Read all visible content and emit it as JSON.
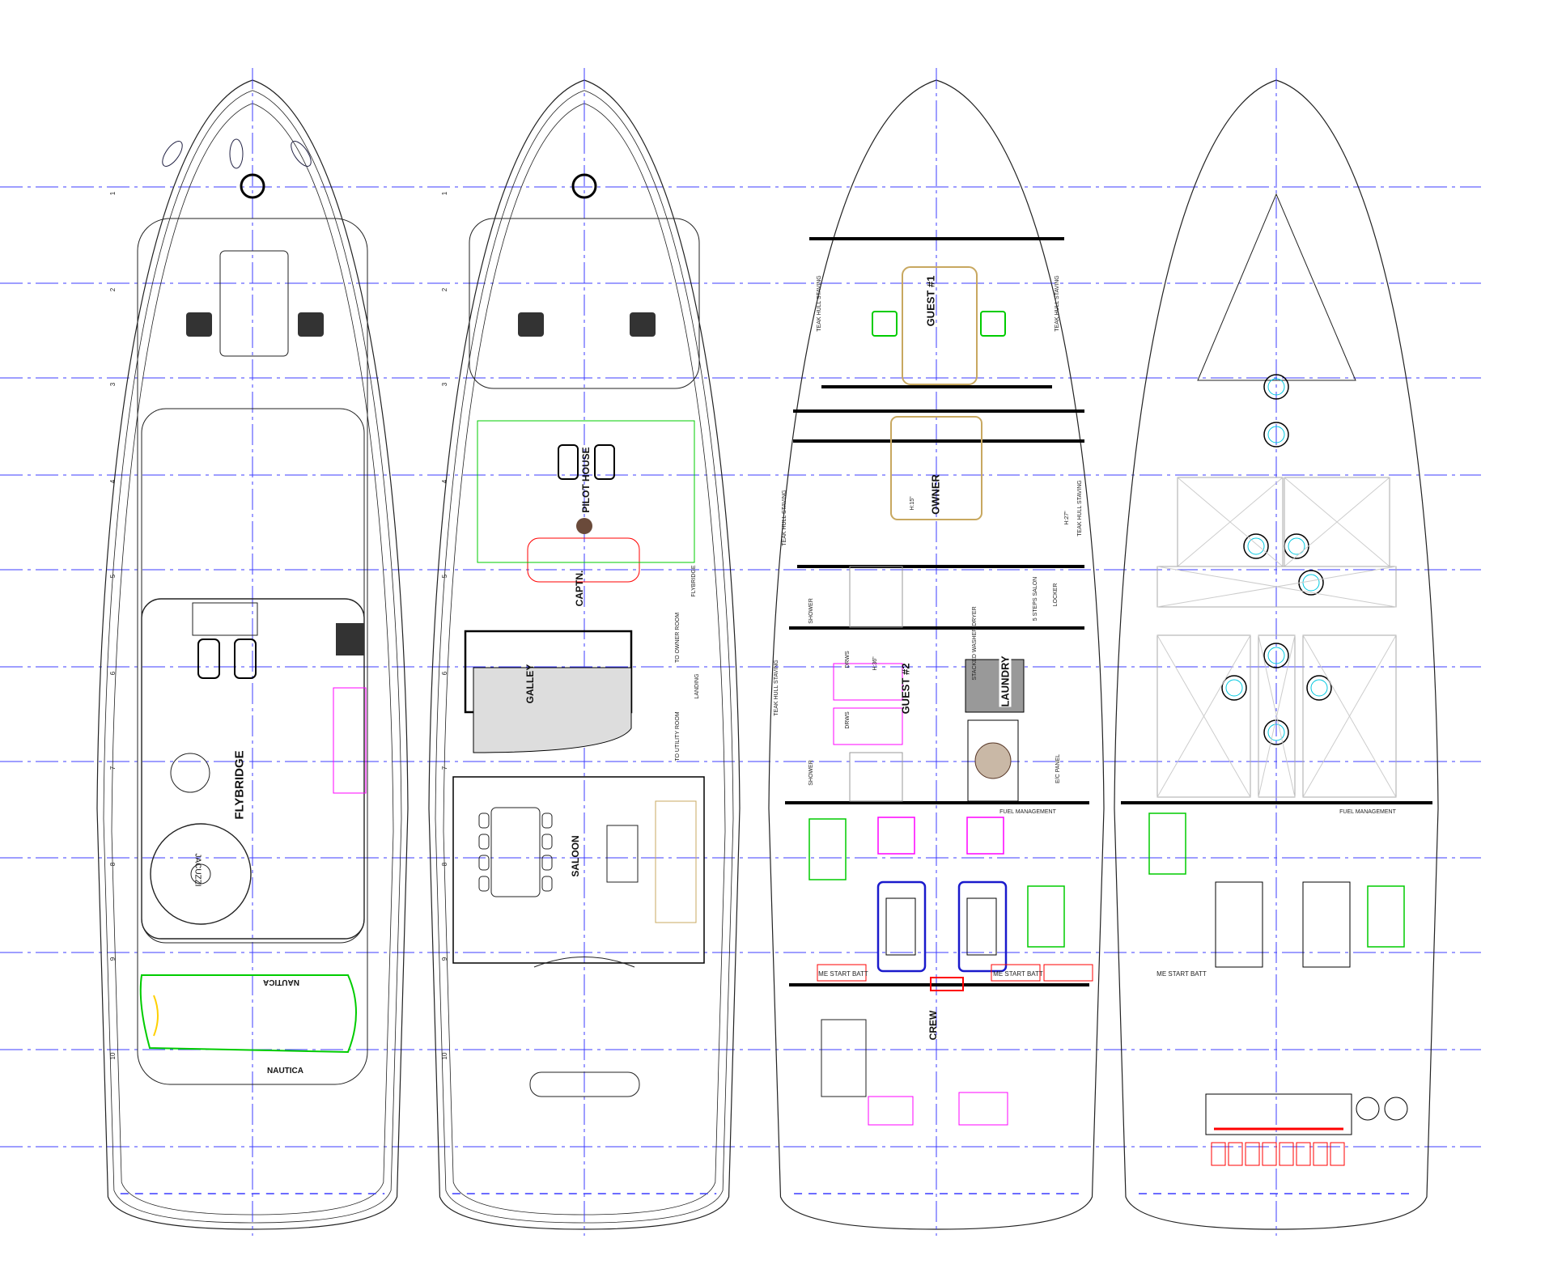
{
  "drawing": {
    "colors": {
      "grid": "#3c3cff",
      "hull": "#222222",
      "magenta": "#ff00ff",
      "green": "#00cc00",
      "red": "#ff0000",
      "tan": "#c8a860",
      "cyan": "#00c8e0"
    },
    "stations": [
      "1",
      "2",
      "3",
      "4",
      "5",
      "6",
      "7",
      "8",
      "9",
      "10"
    ],
    "flybridge": {
      "title": "FLYBRIDGE",
      "jacuzzi": "JACUZZI",
      "tender_brand_top": "NAUTICA",
      "tender_brand_bottom": "NAUTICA"
    },
    "main_deck": {
      "pilot_house": "PILOT HOUSE",
      "captain": "CAPTN.",
      "galley": "GALLEY",
      "saloon": "SALOON",
      "to_utility_room": "TO UTILITY ROOM",
      "to_owner_room": "TO OWNER ROOM",
      "landing": "LANDING",
      "flybridge_stair": "FLYBRIDGE"
    },
    "lower_deck": {
      "guest1": "GUEST #1",
      "owner": "OWNER",
      "guest2": "GUEST #2",
      "laundry": "LAUNDRY",
      "crew": "CREW",
      "teak_hull_staving": "TEAK HULL STAVING",
      "shower": "SHOWER",
      "drawers": "DRWS",
      "locker": "LOCKER",
      "ec_panel": "E/C PANEL",
      "fuel_management": "FUEL MANAGEMENT",
      "start_batt": "ME START BATT",
      "steps": "5 STEPS SALON",
      "stacked_wd": "STACKED WASHER/DRYER",
      "height_36": "H:36\"",
      "height_15": "H:15\"",
      "height_27": "H:27\""
    },
    "tank_deck": {
      "fuel_management": "FUEL MANAGEMENT",
      "start_batt": "ME START BATT"
    }
  }
}
